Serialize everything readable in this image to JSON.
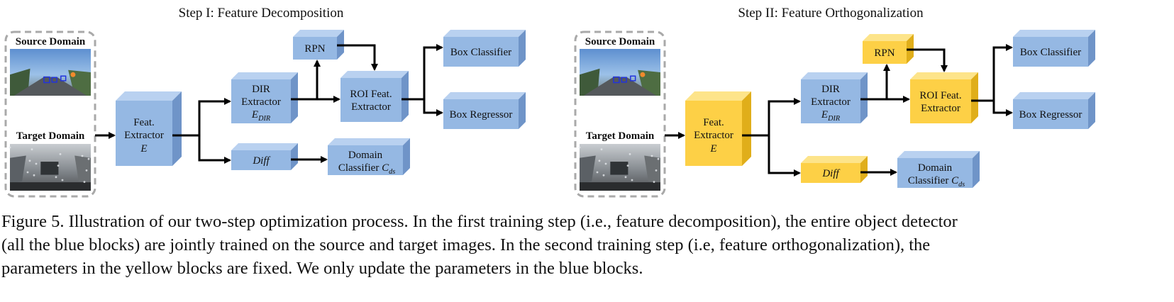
{
  "colors": {
    "blue_front": "#95b8e3",
    "blue_top": "#b9d1f0",
    "blue_side": "#6f94c8",
    "yellow_front": "#fdd046",
    "yellow_top": "#fde48a",
    "yellow_side": "#e0ae1a",
    "arrow": "#000000",
    "domain_border": "#a9a9a9"
  },
  "step1": {
    "title": "Step I:  Feature Decomposition",
    "source_label": "Source Domain",
    "target_label": "Target Domain",
    "feat_extractor": [
      "Feat.",
      "Extractor",
      "E"
    ],
    "dir_extractor": [
      "DIR",
      "Extractor",
      "E",
      "DIR"
    ],
    "rpn": "RPN",
    "roi": [
      "ROI Feat.",
      "Extractor"
    ],
    "box_classifier": "Box Classifier",
    "box_regressor": "Box Regressor",
    "diff": "Diff",
    "domain_classifier": [
      "Domain",
      "Classifier",
      "C",
      "ds"
    ]
  },
  "step2": {
    "title": "Step II:  Feature Orthogonalization",
    "source_label": "Source Domain",
    "target_label": "Target Domain",
    "feat_extractor": [
      "Feat.",
      "Extractor",
      "E"
    ],
    "dir_extractor": [
      "DIR",
      "Extractor",
      "E",
      "DIR"
    ],
    "rpn": "RPN",
    "roi": [
      "ROI Feat.",
      "Extractor"
    ],
    "box_classifier": "Box Classifier",
    "box_regressor": "Box Regressor",
    "diff": "Diff",
    "domain_classifier": [
      "Domain",
      "Classifier",
      "C",
      "ds"
    ]
  },
  "caption": [
    "Figure 5. Illustration of our two-step optimization process. In the first training step (i.e., feature decomposition), the entire object detector",
    "(all the blue blocks) are jointly trained on the source and target images.  In the second training step (i.e, feature orthogonalization), the",
    "parameters in the yellow blocks are fixed. We only update the parameters in the blue blocks."
  ]
}
